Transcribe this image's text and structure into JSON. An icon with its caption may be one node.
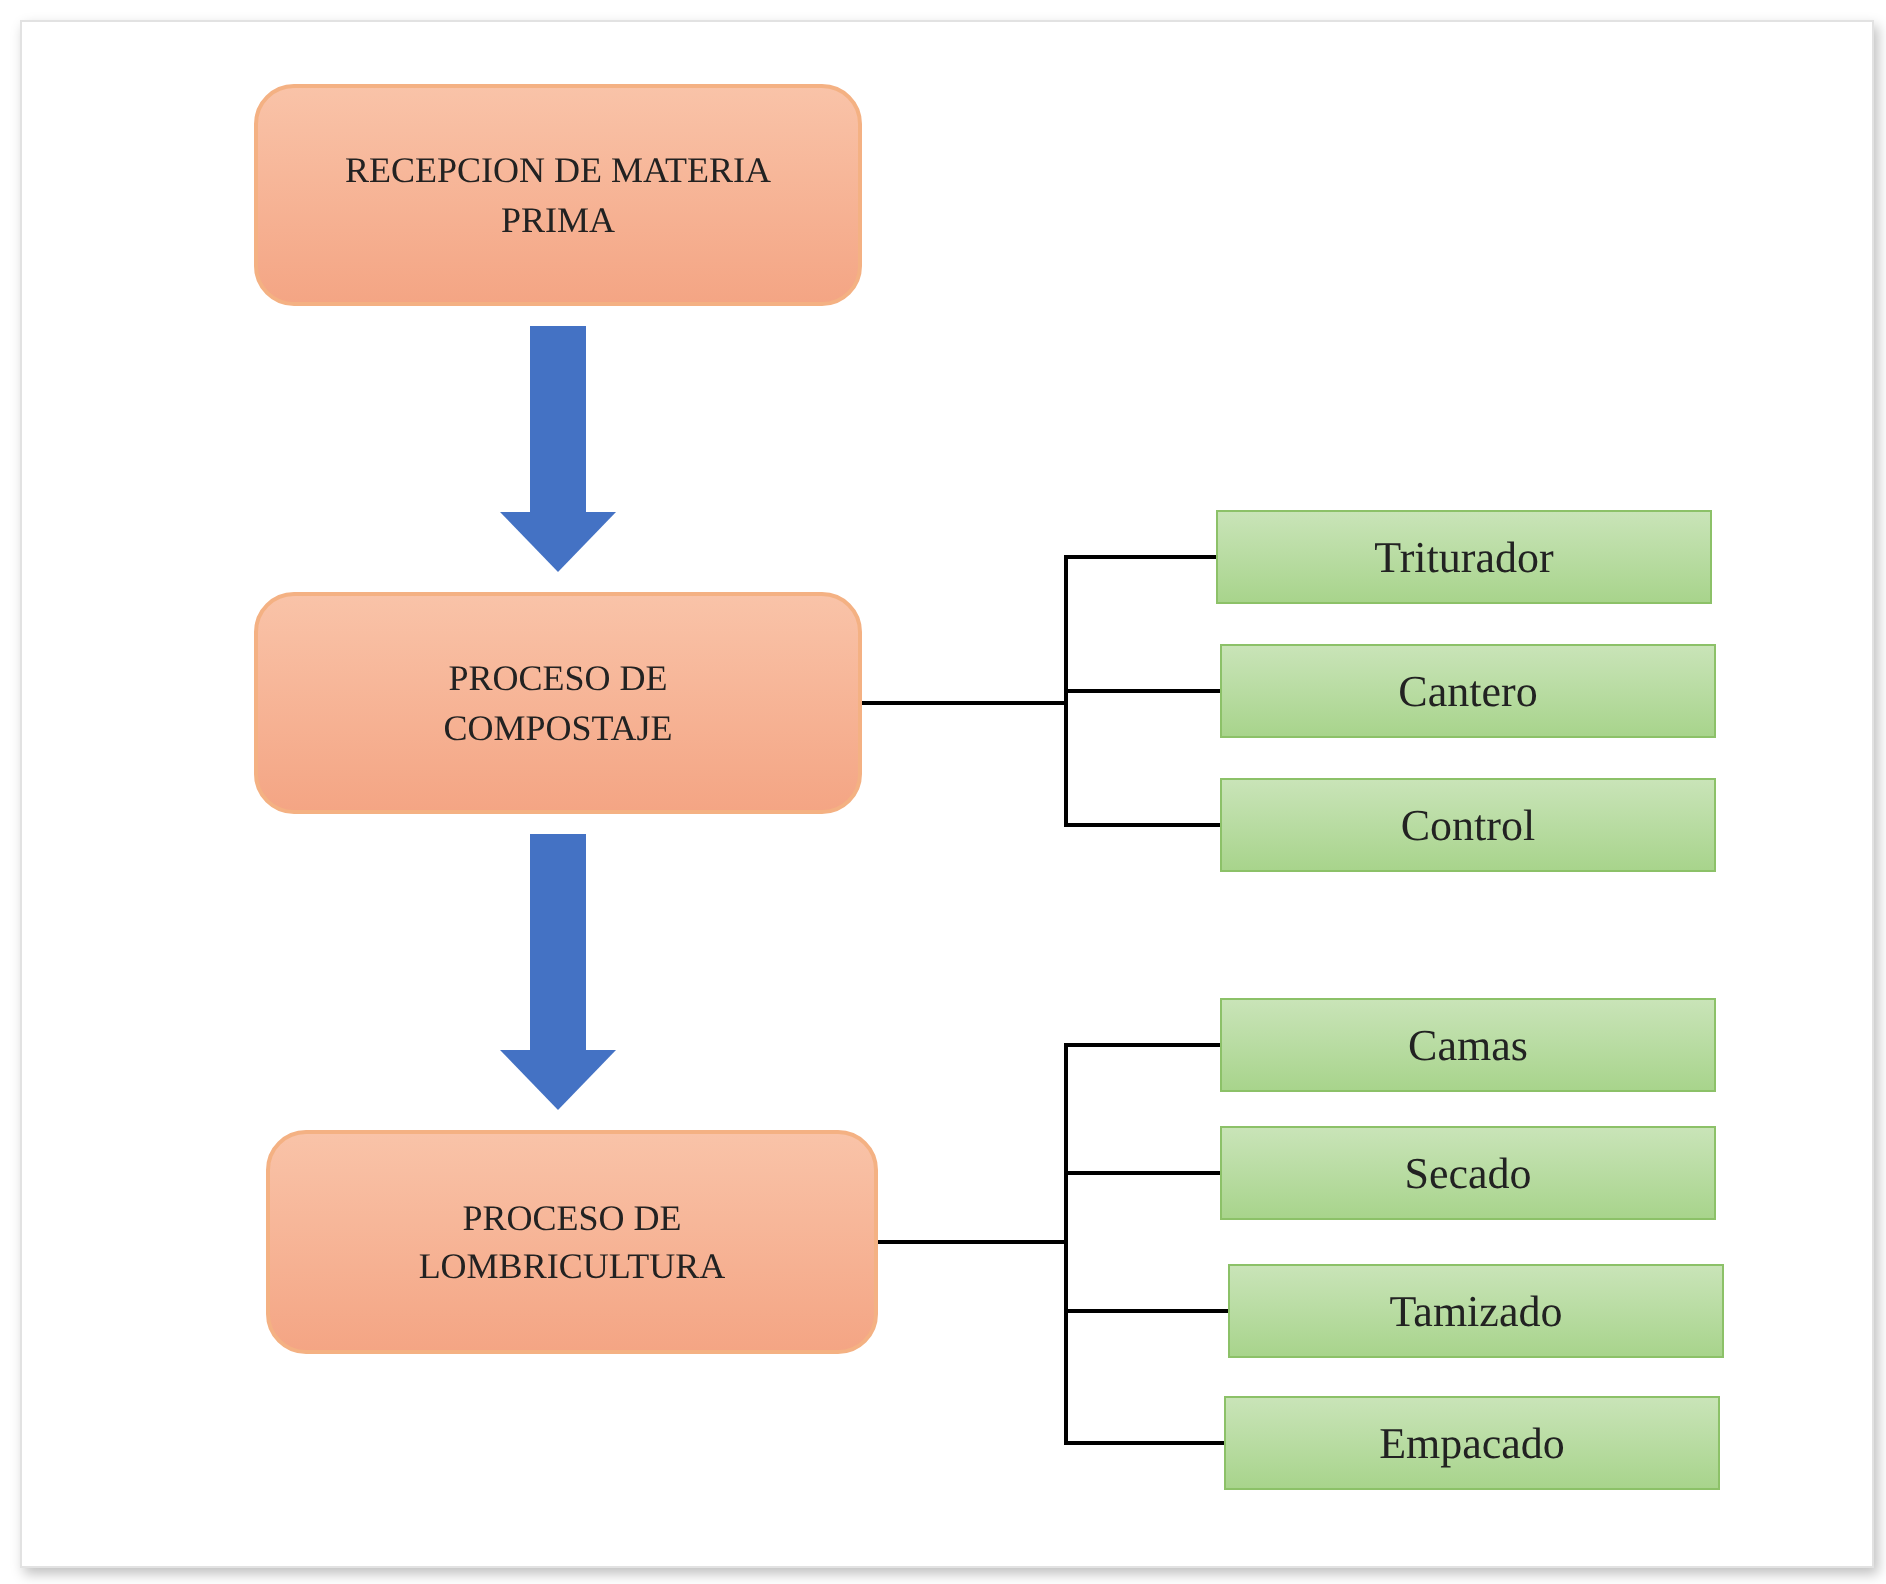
{
  "diagram": {
    "nodes": [
      {
        "text": [
          "RECEPCION DE MATERIA PRIMA"
        ]
      },
      {
        "text": [
          "PROCESO DE COMPOSTAJE"
        ]
      },
      {
        "text": [
          "PROCESO DE LOMBRICULTURA"
        ]
      },
      {
        "text": [
          "Triturador"
        ]
      },
      {
        "text": [
          "Cantero"
        ]
      },
      {
        "text": [
          "Control"
        ]
      },
      {
        "text": [
          "Camas"
        ]
      },
      {
        "text": [
          "Secado"
        ]
      },
      {
        "text": [
          "Tamizado"
        ]
      },
      {
        "text": [
          "Empacado"
        ]
      }
    ],
    "edges": [
      {
        "from": 0,
        "to": 1,
        "arrow": "to",
        "style": "thick",
        "color": "#4472c4"
      },
      {
        "from": 1,
        "to": 2,
        "arrow": "to",
        "style": "thick",
        "color": "#4472c4"
      },
      {
        "from": 1,
        "to": 3,
        "arrow": "none"
      },
      {
        "from": 1,
        "to": 4,
        "arrow": "none"
      },
      {
        "from": 1,
        "to": 5,
        "arrow": "none"
      },
      {
        "from": 2,
        "to": 6,
        "arrow": "none"
      },
      {
        "from": 2,
        "to": 7,
        "arrow": "none"
      },
      {
        "from": 2,
        "to": 8,
        "arrow": "none"
      },
      {
        "from": 2,
        "to": 9,
        "arrow": "none"
      }
    ]
  }
}
